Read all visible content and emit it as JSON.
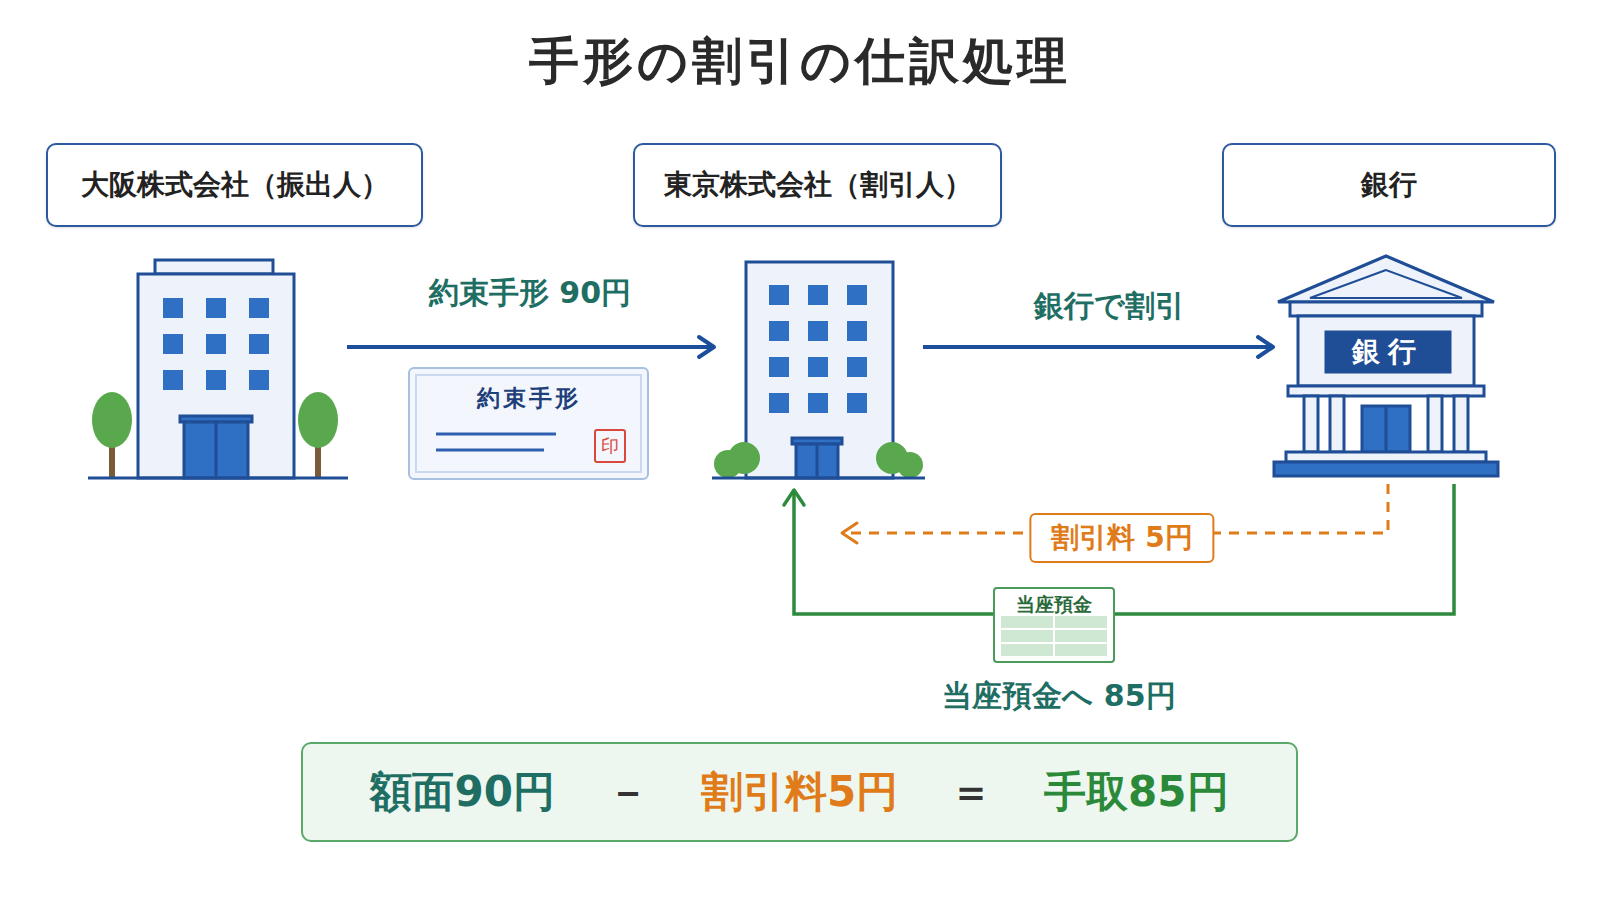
{
  "diagram": {
    "title": "手形の割引の仕訳処理",
    "nodes": [
      {
        "text": [
          "大阪株式会社（振出人）"
        ]
      },
      {
        "text": [
          "約束手形",
          "印"
        ]
      },
      {
        "text": [
          "東京株式会社（割引人）"
        ]
      },
      {
        "text": [
          "銀行",
          "銀行"
        ]
      },
      {
        "text": [
          "当座預金"
        ]
      },
      {
        "text": [
          "額面90円",
          "－",
          "割引料5円",
          "＝",
          "手取85円"
        ]
      }
    ],
    "edges": [
      {
        "from": 0,
        "to": 2,
        "arrow": "to",
        "label": "約束手形 90円"
      },
      {
        "from": 2,
        "to": 3,
        "arrow": "to",
        "label": "銀行で割引"
      },
      {
        "from": 3,
        "to": 2,
        "arrow": "to",
        "label": "割引料 5円"
      },
      {
        "from": 3,
        "to": 2,
        "arrow": "to",
        "label": "当座預金へ 85円"
      }
    ]
  }
}
